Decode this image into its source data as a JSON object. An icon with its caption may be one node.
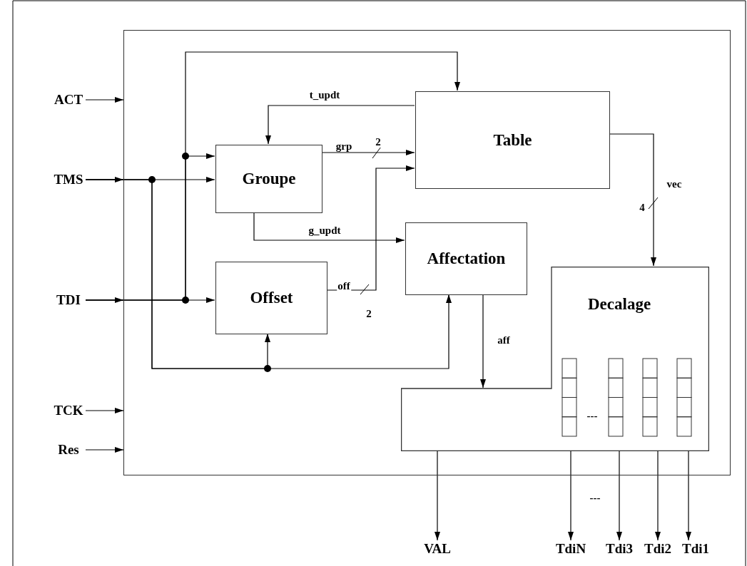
{
  "diagram": {
    "nodes": [
      {
        "text": [],
        "shape": "box"
      },
      {
        "text": [
          "ACT"
        ]
      },
      {
        "text": [
          "TMS"
        ]
      },
      {
        "text": [
          "TDI"
        ]
      },
      {
        "text": [
          "TCK"
        ]
      },
      {
        "text": [
          "Res"
        ]
      },
      {
        "text": [
          "Table"
        ],
        "in": 0
      },
      {
        "text": [
          "Groupe"
        ],
        "in": 0
      },
      {
        "text": [
          "Affectation"
        ],
        "in": 0
      },
      {
        "text": [
          "Offset"
        ],
        "in": 0
      },
      {
        "text": [
          "Decalage"
        ],
        "in": 0
      },
      {
        "text": [
          "VAL"
        ]
      },
      {
        "text": [
          "TdiN"
        ]
      },
      {
        "text": [
          "Tdi3"
        ]
      },
      {
        "text": [
          "Tdi2"
        ]
      },
      {
        "text": [
          "Tdi1"
        ]
      }
    ],
    "edges": [
      {
        "from": 1,
        "to": 0,
        "arrow": "to"
      },
      {
        "from": 2,
        "to": 0,
        "arrow": "to"
      },
      {
        "from": 3,
        "to": 0,
        "arrow": "to"
      },
      {
        "from": 4,
        "to": 0,
        "arrow": "to"
      },
      {
        "from": 5,
        "to": 0,
        "arrow": "to"
      },
      {
        "from": 2,
        "to": 7,
        "arrow": "to"
      },
      {
        "from": 2,
        "to": 9,
        "arrow": "to"
      },
      {
        "from": 2,
        "to": 8,
        "arrow": "to"
      },
      {
        "from": 3,
        "to": 9,
        "arrow": "to"
      },
      {
        "from": 3,
        "to": 7,
        "arrow": "to"
      },
      {
        "from": 3,
        "to": 6,
        "arrow": "to"
      },
      {
        "from": 6,
        "to": 7,
        "arrow": "to",
        "label": "t_updt"
      },
      {
        "from": 7,
        "to": 6,
        "arrow": "to",
        "label": "grp"
      },
      {
        "from": 7,
        "to": 8,
        "arrow": "to",
        "label": "g_updt"
      },
      {
        "from": 9,
        "to": 6,
        "arrow": "to",
        "label": "off"
      },
      {
        "from": 6,
        "to": 10,
        "arrow": "to",
        "label": "vec"
      },
      {
        "from": 8,
        "to": 10,
        "arrow": "to",
        "label": "aff"
      },
      {
        "from": 10,
        "to": 11,
        "arrow": "to"
      },
      {
        "from": 10,
        "to": 12,
        "arrow": "to"
      },
      {
        "from": 10,
        "to": 13,
        "arrow": "to"
      },
      {
        "from": 10,
        "to": 14,
        "arrow": "to"
      },
      {
        "from": 10,
        "to": 15,
        "arrow": "to"
      }
    ],
    "labels": [
      "2",
      "4",
      "2",
      "---",
      "---"
    ]
  }
}
